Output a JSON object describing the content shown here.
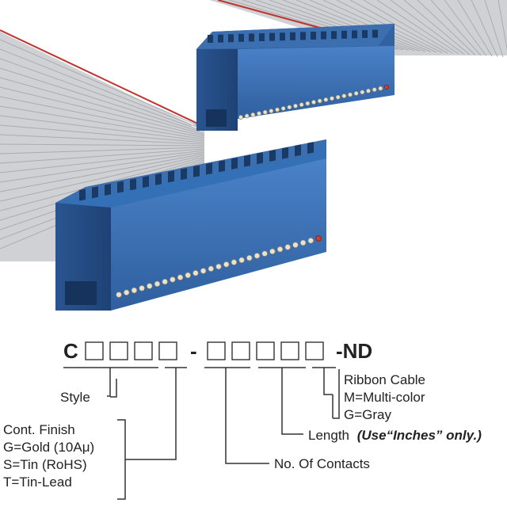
{
  "colors": {
    "connector_blue": "#3a6fb3",
    "connector_dark": "#1d3f73",
    "cable_gray": "#c7c9cc",
    "pin1_stripe": "#c0322e",
    "diagram_line": "#333333"
  },
  "icons": [
    "ribbon-cable-illustration",
    "idc-connector-icon"
  ],
  "part_code": {
    "prefix": "C",
    "group1_boxes": 4,
    "separator1": "-",
    "group2_boxes": 5,
    "suffix": "-ND"
  },
  "legend": {
    "style": "Style",
    "finish": {
      "title": "Cont. Finish",
      "options": [
        "G=Gold (10Aμ)",
        "S=Tin (RoHS)",
        "T=Tin-Lead"
      ]
    },
    "contacts": "No. Of Contacts",
    "length_label": "Length",
    "length_note": "(Use“Inches” only.)",
    "cable": {
      "title": "Ribbon Cable",
      "options": [
        "M=Multi-color",
        "G=Gray"
      ]
    }
  }
}
